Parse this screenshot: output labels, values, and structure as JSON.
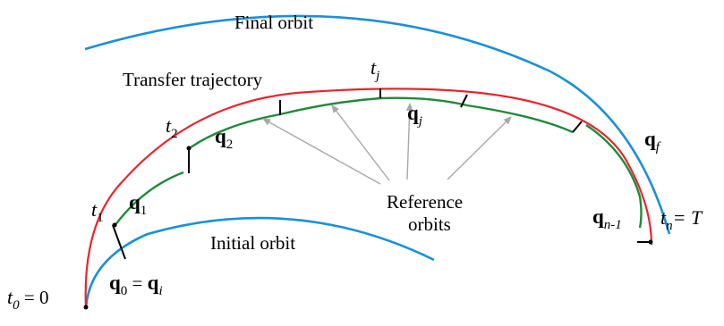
{
  "colors": {
    "orbit": "#1a90d8",
    "transfer": "#e8252d",
    "reference": "#1f8a3a",
    "arrow": "#a8a8a8",
    "marker": "#000000"
  },
  "labels": {
    "final_orbit": "Final orbit",
    "initial_orbit": "Initial orbit",
    "transfer_trajectory": "Transfer trajectory",
    "reference_line1": "Reference",
    "reference_line2": "orbits"
  },
  "times": {
    "t0": {
      "base": "t",
      "sub": "0",
      "suffix": " = 0"
    },
    "t1": {
      "base": "t",
      "sub": "1"
    },
    "t2": {
      "base": "t",
      "sub": "2"
    },
    "tj": {
      "base": "t",
      "sub": "j"
    },
    "tn": {
      "base": "t",
      "sub": "n",
      "suffix": "= T"
    }
  },
  "states": {
    "q0": {
      "base": "q",
      "sub": "0",
      "eq": " = ",
      "base2": "q",
      "sub2": "i"
    },
    "q1": {
      "base": "q",
      "sub": "1"
    },
    "q2": {
      "base": "q",
      "sub": "2"
    },
    "qj": {
      "base": "q",
      "sub": "j"
    },
    "qn1": {
      "base": "q",
      "sub": "n-1"
    },
    "qf": {
      "base": "q",
      "sub": "f"
    }
  }
}
